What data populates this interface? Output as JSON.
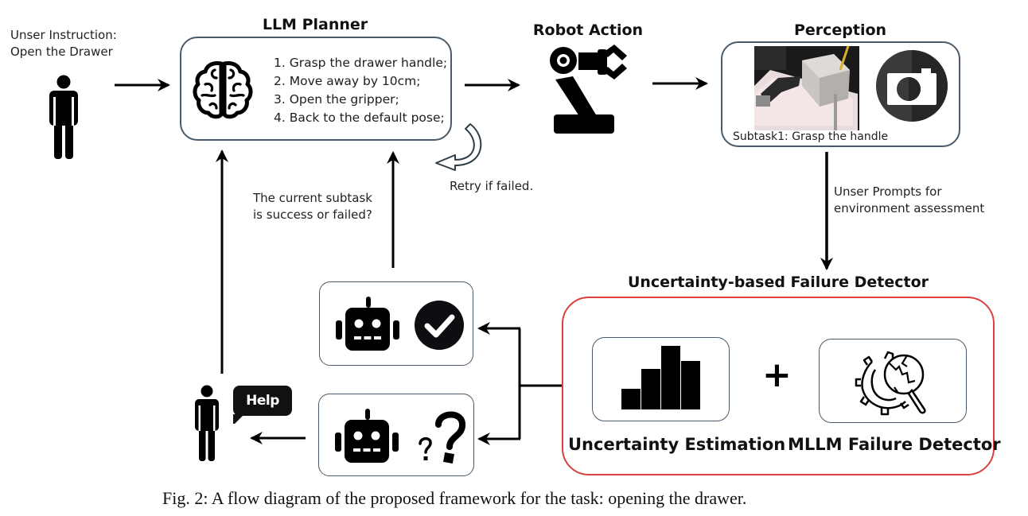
{
  "user_instruction": {
    "line1": "Unser Instruction:",
    "line2": "Open the Drawer"
  },
  "llm_planner": {
    "title": "LLM Planner",
    "steps": [
      "1. Grasp the drawer handle;",
      "2. Move away by 10cm;",
      "3. Open the gripper;",
      "4. Back to the default pose;"
    ],
    "icon": "brain-icon"
  },
  "retry_label": "Retry if failed.",
  "robot_action": {
    "title": "Robot Action",
    "icon": "robot-arm-icon"
  },
  "perception": {
    "title": "Perception",
    "photo_caption": "Subtask1: Grasp the handle",
    "icon": "camera-icon"
  },
  "prompt_label": {
    "line1": "Unser Prompts for",
    "line2": "environment assessment"
  },
  "question_label": {
    "line1": "The current subtask",
    "line2": "is success or failed?"
  },
  "failure_detector": {
    "title": "Uncertainty-based Failure Detector",
    "border_color": "#d9403f",
    "components": [
      {
        "label": "Uncertainty Estimation",
        "icon": "bar-chart-icon"
      },
      {
        "label": "MLLM Failure Detector",
        "icon": "gear-magnifier-icon"
      }
    ],
    "plus": "+"
  },
  "outcomes": {
    "success": {
      "icons": [
        "robot-icon",
        "checkmark-circle-icon"
      ]
    },
    "uncertain": {
      "icons": [
        "robot-icon",
        "question-marks-icon"
      ]
    }
  },
  "help_bubble": "Help",
  "caption": "Fig. 2: A flow diagram of the proposed framework for the task: opening the drawer."
}
